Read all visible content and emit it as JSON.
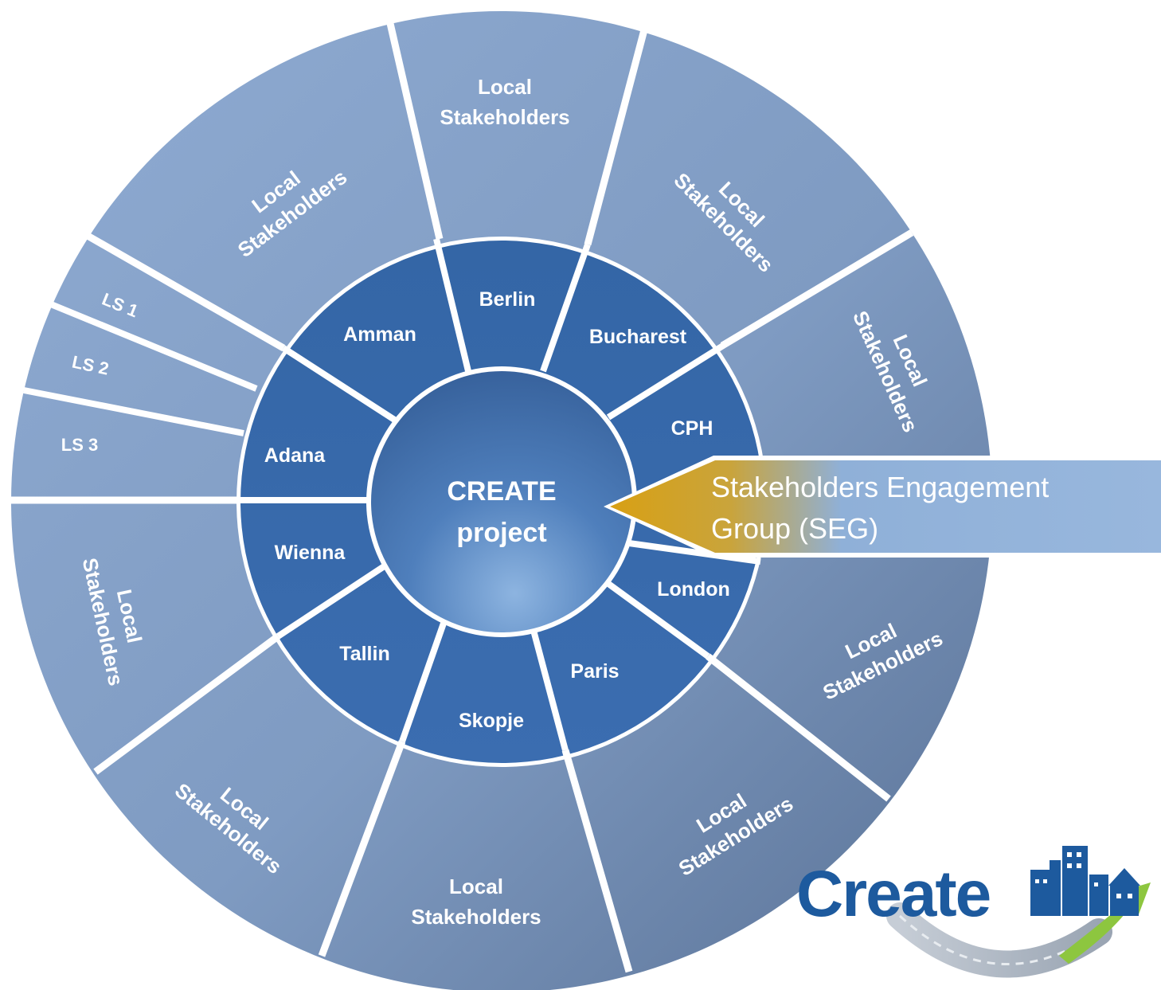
{
  "center": {
    "line1": "CREATE",
    "line2": "project"
  },
  "cities": [
    "Berlin",
    "Bucharest",
    "CPH",
    "London",
    "Paris",
    "Skopje",
    "Tallin",
    "Wienna",
    "Adana",
    "Amman"
  ],
  "outer_segments": [
    {
      "line1": "Local",
      "line2": "Stakeholders"
    },
    {
      "line1": "Local",
      "line2": "Stakeholders"
    },
    {
      "line1": "Local",
      "line2": "Stakeholders"
    },
    {
      "line1": "Local",
      "line2": "Stakeholders"
    },
    {
      "line1": "Local",
      "line2": "Stakeholders"
    },
    {
      "line1": "Local",
      "line2": "Stakeholders"
    },
    {
      "line1": "Local",
      "line2": "Stakeholders"
    },
    {
      "line1": "Local",
      "line2": "Stakeholders"
    },
    {
      "line1": "Local",
      "line2": "Stakeholders"
    }
  ],
  "adana_sub_segments": [
    "LS 1",
    "LS 2",
    "LS 3"
  ],
  "callout": {
    "line1": "Stakeholders Engagement",
    "line2": "Group (SEG)"
  },
  "logo": {
    "text": "Create"
  },
  "colors": {
    "outer_ring": "#8aa6cc",
    "inner_ring": "#3b6aa8",
    "center": "#4f7cb6",
    "callout_gold": "#d9a21b",
    "callout_blue": "#8fb0d8",
    "separator": "#ffffff"
  }
}
